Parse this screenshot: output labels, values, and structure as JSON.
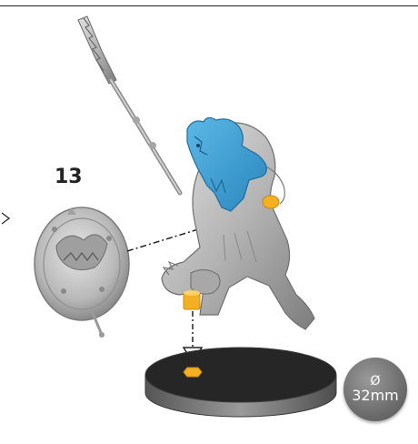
{
  "step": {
    "number": "13"
  },
  "base": {
    "symbol": "Ø",
    "size": "32mm"
  },
  "colors": {
    "accent_glue": "#f5b021",
    "accent_part": "#3a9dd1",
    "miniature_grey": "#b8b8b8",
    "base_top": "#2a2a2a"
  },
  "icons": {
    "arrow": "dashed-arrow-icon",
    "glue": "glue-point-icon",
    "base": "round-base-icon"
  }
}
